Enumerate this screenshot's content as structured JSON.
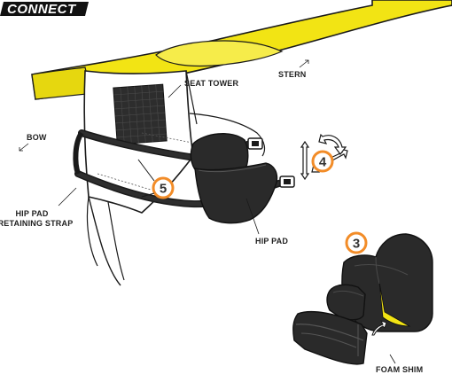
{
  "logo": {
    "text": "CONNECT"
  },
  "labels": {
    "seat_tower": "SEAT TOWER",
    "stern": "STERN",
    "bow": "BOW",
    "hip_pad_retaining_strap_line1": "HIP PAD",
    "hip_pad_retaining_strap_line2": "RETAINING STRAP",
    "hip_pad": "HIP PAD",
    "foam_shim": "FOAM SHIM"
  },
  "steps": {
    "step_3": "3",
    "step_4": "4",
    "step_5": "5"
  },
  "colors": {
    "seat_yellow": "#f2e414",
    "step_ring": "#f28c28",
    "pad_black": "#2a2a2a",
    "line": "#1a1a1a"
  }
}
